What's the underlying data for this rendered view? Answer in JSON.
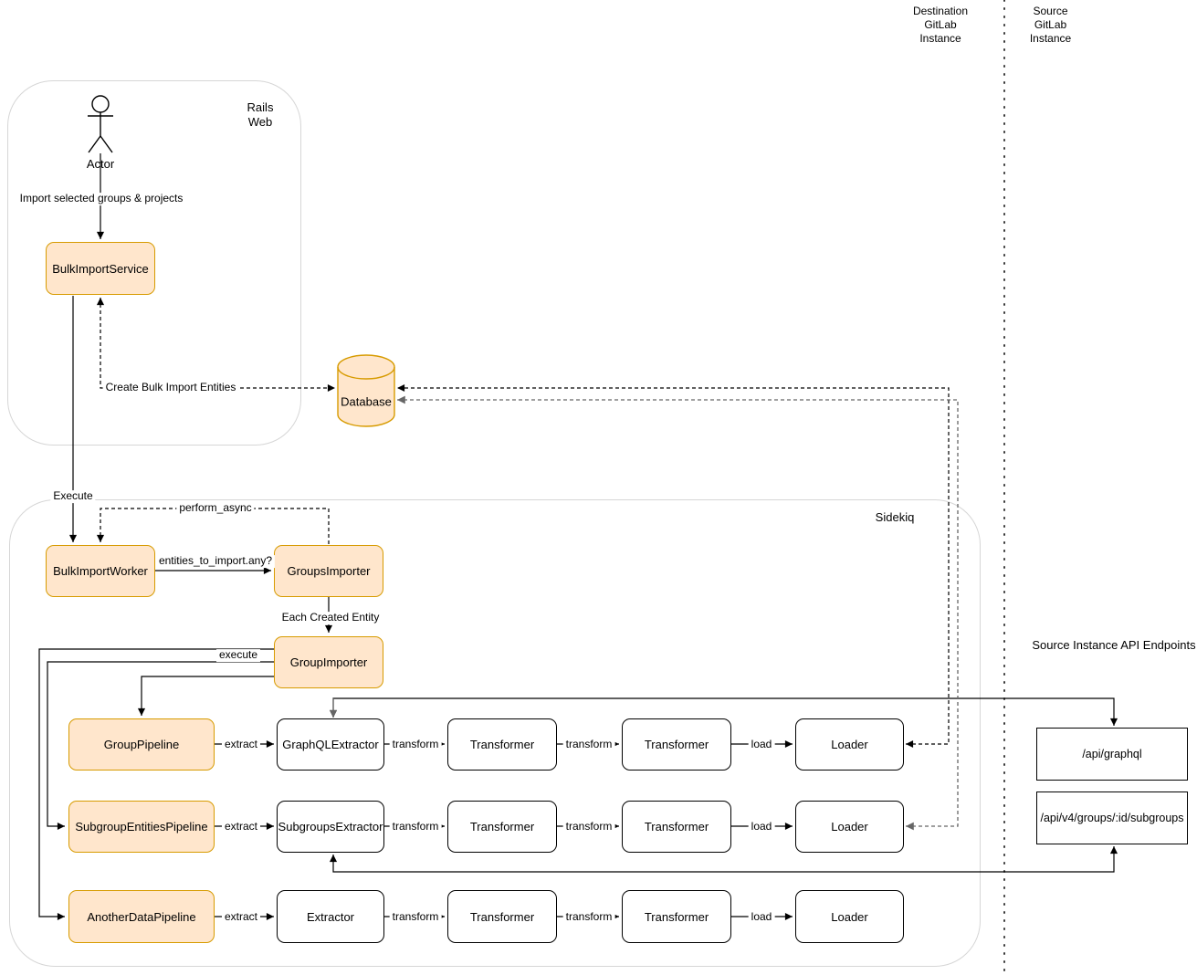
{
  "colors": {
    "node_fill_orange": "#ffe6cc",
    "node_stroke_orange": "#d79b00",
    "node_stroke_plain": "#000000",
    "container_stroke": "#d6d6d6",
    "edge_color": "#000000",
    "edge_color_gray": "#666666",
    "background": "#ffffff"
  },
  "regions": {
    "destination_header": "Destination\nGitLab\nInstance",
    "source_header": "Source\nGitLab\nInstance",
    "rails_container_label": "Rails\nWeb",
    "sidekiq_container_label": "Sidekiq",
    "api_endpoints_title": "Source Instance API Endpoints"
  },
  "nodes": {
    "actor": "Actor",
    "bulk_import_service": "BulkImportService",
    "database": "Database",
    "bulk_import_worker": "BulkImportWorker",
    "groups_importer": "GroupsImporter",
    "group_importer": "GroupImporter",
    "group_pipeline": "GroupPipeline",
    "graphql_extractor": "GraphQLExtractor",
    "subgroup_entities_pipeline": "SubgroupEntitiesPipeline",
    "subgroups_extractor": "SubgroupsExtractor",
    "another_data_pipeline": "AnotherDataPipeline",
    "extractor": "Extractor",
    "transformer": "Transformer",
    "loader": "Loader",
    "api_graphql_endpoint": "/api/graphql",
    "api_subgroups_endpoint": "/api/v4/groups/:id/subgroups"
  },
  "edge_labels": {
    "import_selected": "Import selected groups & projects",
    "create_bulk_import_entities": "Create Bulk Import Entities",
    "execute": "Execute",
    "perform_async": "perform_async",
    "entities_to_import_any": "entities_to_import.any?",
    "each_created_entity": "Each Created Entity",
    "execute_lower": "execute",
    "extract": "extract",
    "transform": "transform",
    "load": "load"
  }
}
